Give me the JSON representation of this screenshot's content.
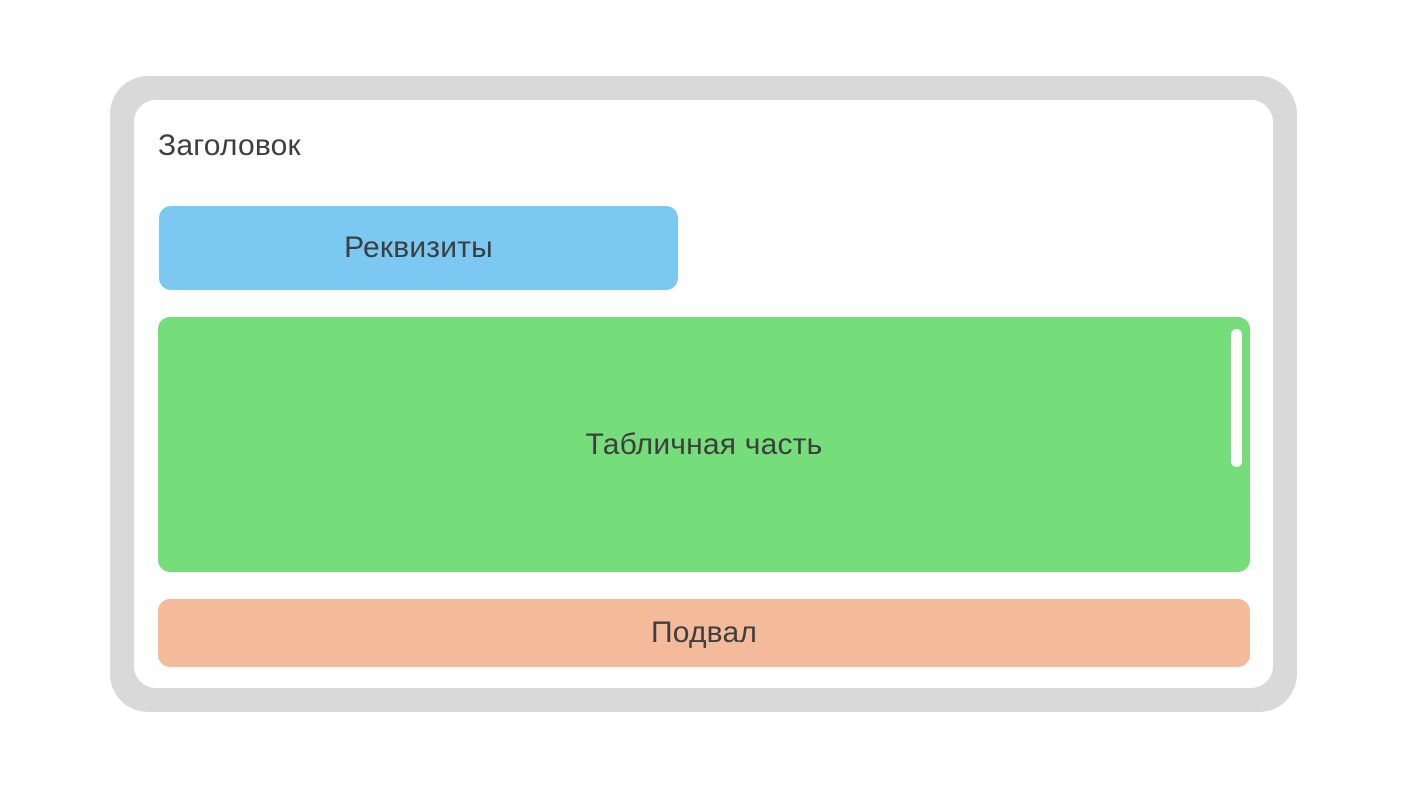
{
  "window": {
    "header_label": "Заголовок"
  },
  "blocks": {
    "requisites": {
      "label": "Реквизиты",
      "color": "#7bc9f3"
    },
    "tabular_section": {
      "label": "Табличная часть",
      "color": "#76dd7b"
    },
    "footer": {
      "label": "Подвал",
      "color": "#f4bb9b"
    }
  },
  "colors": {
    "frame": "#d9d9d9",
    "card": "#ffffff",
    "text": "#3e3e3e",
    "scrollbar_thumb": "#ffffff"
  }
}
